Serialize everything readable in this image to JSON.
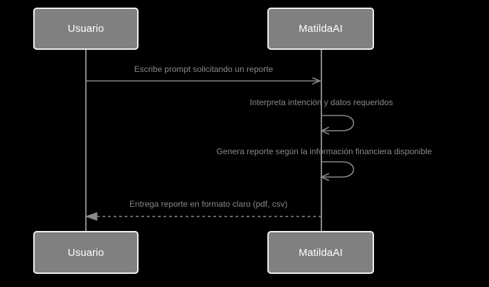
{
  "diagram": {
    "type": "sequence-diagram",
    "background_color": "#000000",
    "actor_fill_color": "#808080",
    "actor_border_color": "#f2f2f2",
    "actor_text_color": "#ffffff",
    "line_color": "#8a8a8a",
    "message_text_color": "#8a8a8a",
    "participants": [
      {
        "id": "usuario",
        "label": "Usuario"
      },
      {
        "id": "matildaai",
        "label": "MatildaAI"
      }
    ],
    "header_actors": [
      {
        "name": "usuario-header",
        "label": "Usuario"
      },
      {
        "name": "matildaai-header",
        "label": "MatildaAI"
      }
    ],
    "footer_actors": [
      {
        "name": "usuario-footer",
        "label": "Usuario"
      },
      {
        "name": "matildaai-footer",
        "label": "MatildaAI"
      }
    ],
    "messages": [
      {
        "index": 1,
        "from": "usuario",
        "to": "matildaai",
        "label": "Escribe prompt solicitando un reporte",
        "style": "solid",
        "kind": "call",
        "arrow": "open",
        "direction": "right"
      },
      {
        "index": 2,
        "from": "matildaai",
        "to": "matildaai",
        "label": "Interpreta intención y datos requeridos",
        "style": "solid",
        "kind": "self",
        "arrow": "open",
        "direction": "self-loop"
      },
      {
        "index": 3,
        "from": "matildaai",
        "to": "matildaai",
        "label": "Genera reporte según la información financiera disponible",
        "style": "solid",
        "kind": "self",
        "arrow": "open",
        "direction": "self-loop"
      },
      {
        "index": 4,
        "from": "matildaai",
        "to": "usuario",
        "label": "Entrega reporte en formato claro (pdf, csv)",
        "style": "dashed",
        "kind": "return",
        "arrow": "filled",
        "direction": "left"
      }
    ]
  }
}
